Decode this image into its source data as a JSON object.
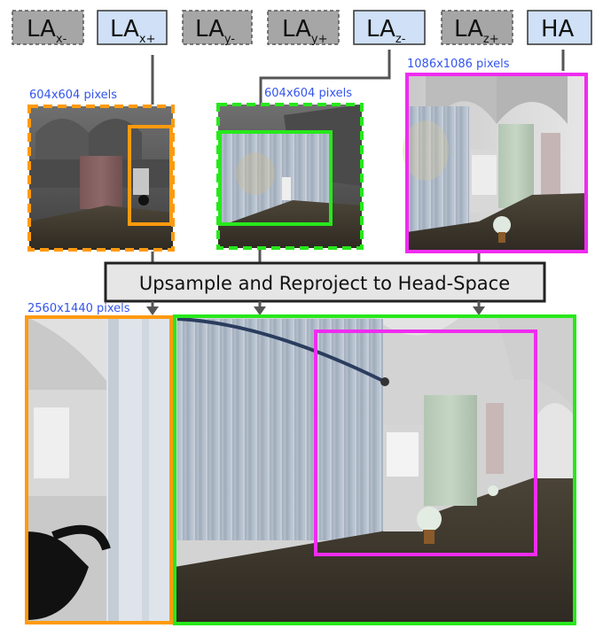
{
  "labels": {
    "la": "LA",
    "ha": "HA",
    "sub_xm": "x-",
    "sub_xp": "x+",
    "sub_ym": "y-",
    "sub_yp": "y+",
    "sub_zm": "z-",
    "sub_zp": "z+"
  },
  "captions": {
    "cap_left": "604x604 pixels",
    "cap_mid": "604x604 pixels",
    "cap_right": "1086x1086 pixels",
    "cap_bottom": "2560x1440 pixels"
  },
  "banner": "Upsample and Reproject to Head-Space",
  "colors": {
    "gray_box": "#a6a6a6",
    "blue_box": "#cfe0f7",
    "caption_blue": "#3355ee",
    "orange": "#ff9a0e",
    "green": "#27e81b",
    "magenta": "#ef2cf0",
    "arrow": "#555555"
  }
}
